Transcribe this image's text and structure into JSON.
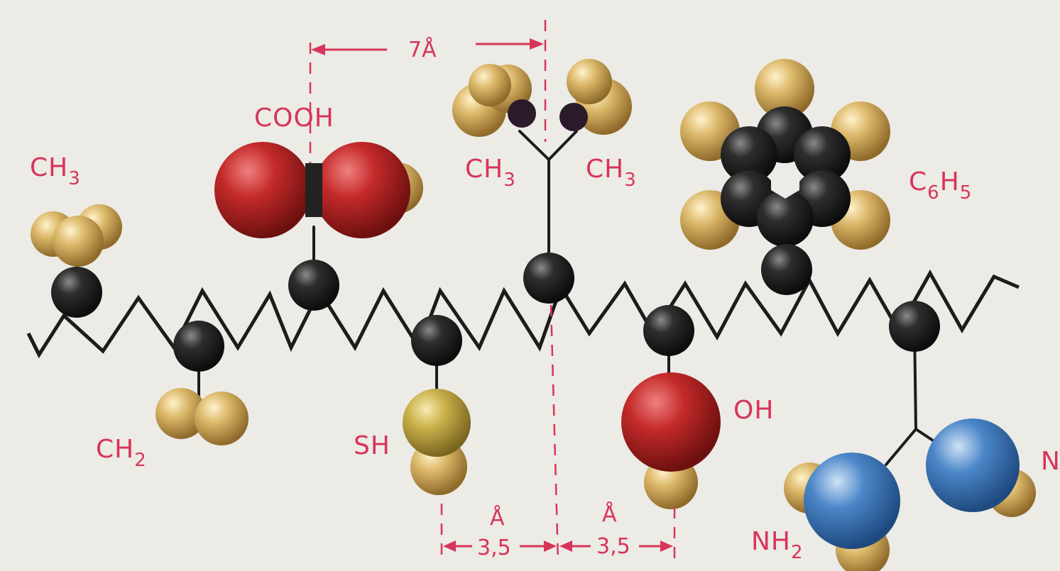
{
  "labels": {
    "ch3_left": {
      "base": "CH",
      "sub": "3"
    },
    "ch2": {
      "base": "CH",
      "sub": "2"
    },
    "cooh": "COOH",
    "sh": "SH",
    "ch3_mid_left": {
      "base": "CH",
      "sub": "3"
    },
    "ch3_mid_right": {
      "base": "CH",
      "sub": "3"
    },
    "oh": "OH",
    "c6h5": {
      "c": "C",
      "c_sub": "6",
      "h": "H",
      "h_sub": "5"
    },
    "nh2": {
      "base": "NH",
      "sub": "2"
    },
    "n_edge": "N"
  },
  "dimensions": {
    "top": "7Å",
    "angstrom_left": "Å",
    "angstrom_right": "Å",
    "bottom_left": "3,5",
    "bottom_right": "3,5"
  },
  "colors": {
    "label": "#d8345a",
    "carbon": "#1c1c1c",
    "hydrogen": "#d9b465",
    "oxygen": "#c42a2a",
    "nitrogen": "#3f7fc6",
    "sulfur": "#c9b24e",
    "background": "#ecebe6"
  }
}
